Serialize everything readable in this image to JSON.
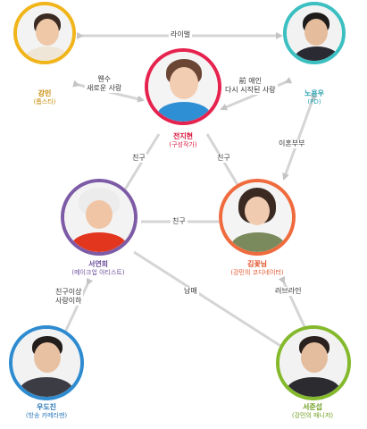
{
  "colors": {
    "edge": "#d5d5d5",
    "arrow": "#c4c4c4",
    "label_text": "#333333"
  },
  "nodes": {
    "gangmin": {
      "name": "강민",
      "role": "(톱스타)",
      "ring": "#f1b51c",
      "text": "#c98a05"
    },
    "nohyongwu": {
      "name": "노용우",
      "role": "(PD)",
      "ring": "#3cbfc1",
      "text": "#2aa2b0"
    },
    "jeonjihyeon": {
      "name": "전지현",
      "role": "(구성작가)",
      "ring": "#e6234f",
      "text": "#d9173f"
    },
    "seoyeonhui": {
      "name": "서연희",
      "role": "(메이크업 아티스트)",
      "ring": "#7d5ba6",
      "text": "#6c4e9a"
    },
    "gimkkotnim": {
      "name": "김꽃님",
      "role": "(강민의 코디네이터)",
      "ring": "#ef6a3c",
      "text": "#e0532a"
    },
    "wudojin": {
      "name": "우도진",
      "role": "(방송 카메라맨)",
      "ring": "#2e8bd0",
      "text": "#2b78ba"
    },
    "seojunseop": {
      "name": "서준섭",
      "role": "(강민의 매니저)",
      "ring": "#84b92c",
      "text": "#6e9e1f"
    }
  },
  "edge_labels": {
    "rival": "라이벌",
    "grudge_line1": "웬수",
    "grudge_line2": "새로운 사랑",
    "ex_line1": "前 애인",
    "ex_line2": "다시 시작된 사랑",
    "friend_left": "친구",
    "friend_right": "친구",
    "friend_mid": "친구",
    "divorced": "이혼부부",
    "beyond_friend_line1": "친구이상",
    "beyond_friend_line2": "사랑이하",
    "siblings": "남매",
    "loveline": "러브라인"
  }
}
